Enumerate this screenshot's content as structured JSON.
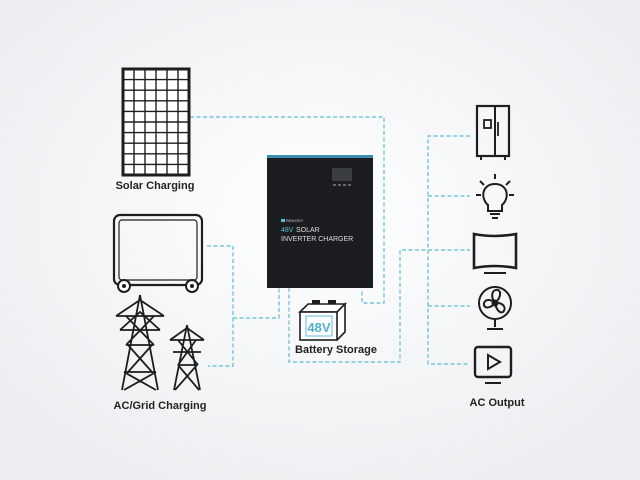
{
  "labels": {
    "solar": "Solar Charging",
    "grid": "AC/Grid Charging",
    "battery": "Battery Storage",
    "output": "AC Output"
  },
  "inverter": {
    "brand": "RENOGY",
    "model_voltage": "48V",
    "model_line1": "SOLAR",
    "model_line2": "INVERTER CHARGER"
  },
  "battery": {
    "voltage": "48V"
  },
  "colors": {
    "accent": "#5bbdd4",
    "inverter_body": "#1c1d20",
    "background": "#f3f4f6"
  }
}
